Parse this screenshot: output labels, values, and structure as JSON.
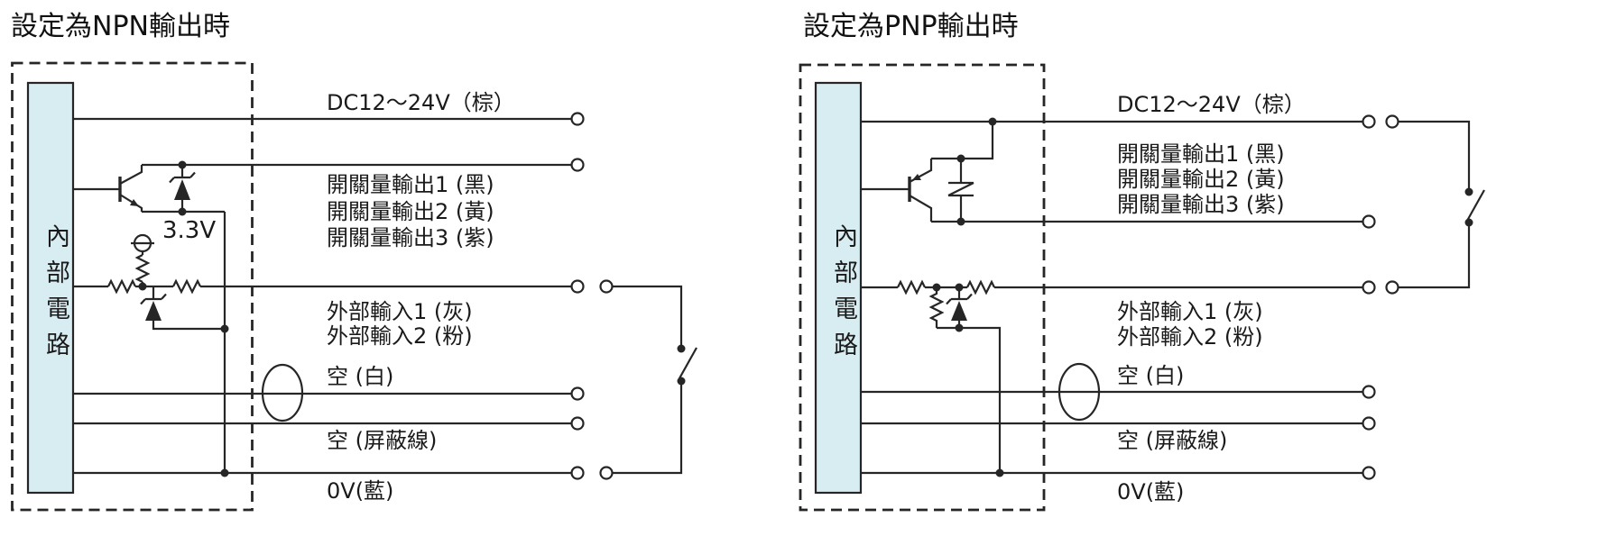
{
  "colors": {
    "line": "#262626",
    "internal_box_fill": "#d8edf2",
    "text": "#1a1a1a"
  },
  "npn": {
    "title": "設定為NPN輸出時",
    "internal_box_label": "內部電路",
    "supply_ref": "3.3V",
    "labels": {
      "power": "DC12〜24V（棕）",
      "output1": "開關量輸出1 (黑)",
      "output2": "開關量輸出2 (黃)",
      "output3": "開關量輸出3 (紫)",
      "input1": "外部輸入1 (灰)",
      "input2": "外部輸入2 (粉)",
      "spare_white": "空 (白)",
      "spare_shield": "空 (屏蔽線)",
      "zero_volt": "0V(藍)"
    }
  },
  "pnp": {
    "title": "設定為PNP輸出時",
    "internal_box_label": "內部電路",
    "labels": {
      "power": "DC12〜24V（棕）",
      "output1": "開關量輸出1 (黑)",
      "output2": "開關量輸出2 (黃)",
      "output3": "開關量輸出3 (紫)",
      "input1": "外部輸入1 (灰)",
      "input2": "外部輸入2 (粉)",
      "spare_white": "空 (白)",
      "spare_shield": "空 (屏蔽線)",
      "zero_volt": "0V(藍)"
    }
  }
}
